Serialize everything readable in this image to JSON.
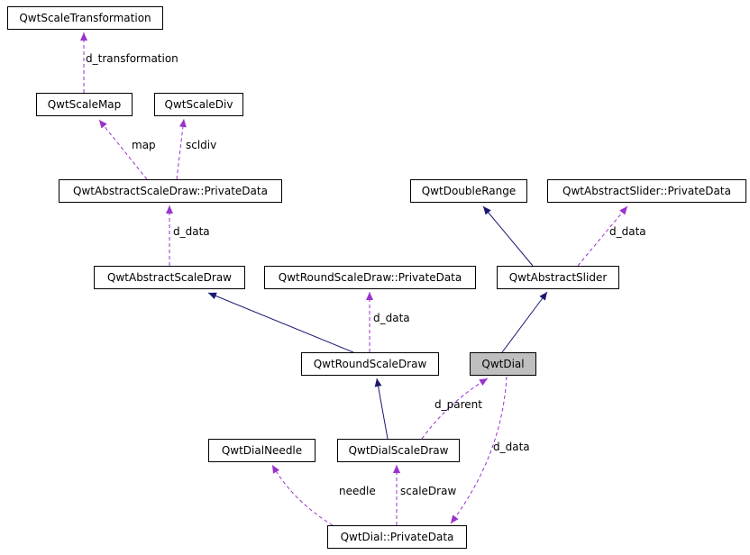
{
  "diagram": {
    "nodes": [
      {
        "id": "QwtScaleTransformation",
        "label": "QwtScaleTransformation",
        "highlighted": false
      },
      {
        "id": "QwtScaleMap",
        "label": "QwtScaleMap",
        "highlighted": false
      },
      {
        "id": "QwtScaleDiv",
        "label": "QwtScaleDiv",
        "highlighted": false
      },
      {
        "id": "QwtAbstractScaleDraw::PrivateData",
        "label": "QwtAbstractScaleDraw::PrivateData",
        "highlighted": false
      },
      {
        "id": "QwtDoubleRange",
        "label": "QwtDoubleRange",
        "highlighted": false
      },
      {
        "id": "QwtAbstractSlider::PrivateData",
        "label": "QwtAbstractSlider::PrivateData",
        "highlighted": false
      },
      {
        "id": "QwtAbstractScaleDraw",
        "label": "QwtAbstractScaleDraw",
        "highlighted": false
      },
      {
        "id": "QwtRoundScaleDraw::PrivateData",
        "label": "QwtRoundScaleDraw::PrivateData",
        "highlighted": false
      },
      {
        "id": "QwtAbstractSlider",
        "label": "QwtAbstractSlider",
        "highlighted": false
      },
      {
        "id": "QwtRoundScaleDraw",
        "label": "QwtRoundScaleDraw",
        "highlighted": false
      },
      {
        "id": "QwtDial",
        "label": "QwtDial",
        "highlighted": true
      },
      {
        "id": "QwtDialNeedle",
        "label": "QwtDialNeedle",
        "highlighted": false
      },
      {
        "id": "QwtDialScaleDraw",
        "label": "QwtDialScaleDraw",
        "highlighted": false
      },
      {
        "id": "QwtDial::PrivateData",
        "label": "QwtDial::PrivateData",
        "highlighted": false
      }
    ],
    "edges": [
      {
        "from": "QwtScaleMap",
        "to": "QwtScaleTransformation",
        "label": "d_transformation",
        "type": "usage",
        "style": "dashed"
      },
      {
        "from": "QwtAbstractScaleDraw::PrivateData",
        "to": "QwtScaleMap",
        "label": "map",
        "type": "usage",
        "style": "dashed"
      },
      {
        "from": "QwtAbstractScaleDraw::PrivateData",
        "to": "QwtScaleDiv",
        "label": "scldiv",
        "type": "usage",
        "style": "dashed"
      },
      {
        "from": "QwtAbstractScaleDraw",
        "to": "QwtAbstractScaleDraw::PrivateData",
        "label": "d_data",
        "type": "usage",
        "style": "dashed"
      },
      {
        "from": "QwtRoundScaleDraw",
        "to": "QwtAbstractScaleDraw",
        "label": "",
        "type": "inheritance",
        "style": "solid"
      },
      {
        "from": "QwtRoundScaleDraw",
        "to": "QwtRoundScaleDraw::PrivateData",
        "label": "d_data",
        "type": "usage",
        "style": "dashed"
      },
      {
        "from": "QwtAbstractSlider",
        "to": "QwtDoubleRange",
        "label": "",
        "type": "inheritance",
        "style": "solid"
      },
      {
        "from": "QwtAbstractSlider",
        "to": "QwtAbstractSlider::PrivateData",
        "label": "d_data",
        "type": "usage",
        "style": "dashed"
      },
      {
        "from": "QwtDial",
        "to": "QwtAbstractSlider",
        "label": "",
        "type": "inheritance",
        "style": "solid"
      },
      {
        "from": "QwtDialScaleDraw",
        "to": "QwtRoundScaleDraw",
        "label": "",
        "type": "inheritance",
        "style": "solid"
      },
      {
        "from": "QwtDialScaleDraw",
        "to": "QwtDial",
        "label": "d_parent",
        "type": "usage",
        "style": "dashed"
      },
      {
        "from": "QwtDial::PrivateData",
        "to": "QwtDialNeedle",
        "label": "needle",
        "type": "usage",
        "style": "dashed"
      },
      {
        "from": "QwtDial::PrivateData",
        "to": "QwtDialScaleDraw",
        "label": "scaleDraw",
        "type": "usage",
        "style": "dashed"
      },
      {
        "from": "QwtDial",
        "to": "QwtDial::PrivateData",
        "label": "d_data",
        "type": "usage",
        "style": "dashed"
      }
    ],
    "colors": {
      "usage_edge": "#9a32cd",
      "inheritance_edge": "#191970",
      "node_background": "#ffffff",
      "highlighted_node_background": "#bfbfbf",
      "node_border": "#000000"
    }
  }
}
